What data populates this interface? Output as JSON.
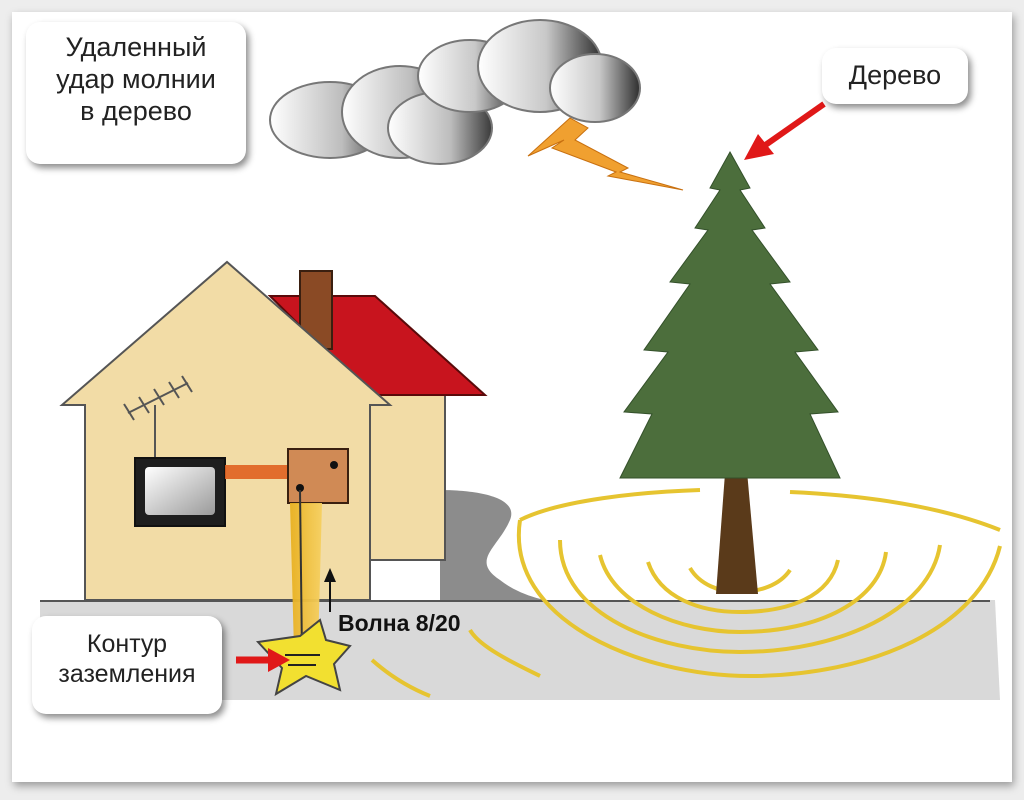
{
  "labels": {
    "remote_strike": [
      "Удаленный",
      "удар молнии",
      "в дерево"
    ],
    "tree": "Дерево",
    "wave": "Волна 8/20",
    "ground_loop": [
      "Контур",
      "заземления"
    ]
  },
  "colors": {
    "house_wall": "#f2dca6",
    "roof": "#c8141e",
    "tree": "#4c6e3c",
    "trunk": "#5a3a1a",
    "wave_rings": "#e6c430",
    "arrow": "#e01818",
    "ground": "#d8d8d8",
    "lightning": "#f0a030"
  }
}
